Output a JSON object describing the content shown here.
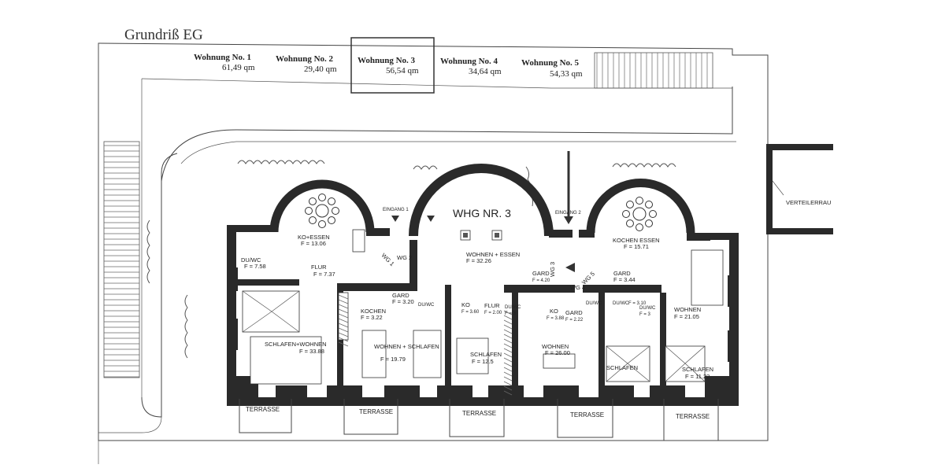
{
  "plan": {
    "title": "Grundriß EG",
    "apartments": [
      {
        "name": "Wohnung No. 1",
        "area": "61,49 qm"
      },
      {
        "name": "Wohnung No. 2",
        "area": "29,40 qm"
      },
      {
        "name": "Wohnung No. 3",
        "area": "56,54 qm",
        "highlighted": true
      },
      {
        "name": "Wohnung No. 4",
        "area": "34,64 qm"
      },
      {
        "name": "Wohnung No. 5",
        "area": "54,33 qm"
      }
    ],
    "building_label": "WHG NR. 3",
    "utility_room": "VERTEILERRAU",
    "entrances": [
      "EINGANG 1",
      "EINGANG 2"
    ],
    "wg_labels": [
      "WG 1",
      "WG 2",
      "WG 3",
      "WG 4",
      "WG 5"
    ],
    "rooms": [
      {
        "name": "KO+ESSEN",
        "area": "F = 13.06"
      },
      {
        "name": "DU/WC",
        "area": "F = 7.58"
      },
      {
        "name": "FLUR",
        "area": "F = 7.37"
      },
      {
        "name": "SCHLAFEN+WOHNEN",
        "area": "F = 33.88"
      },
      {
        "name": "GARD",
        "area": "F = 3.20"
      },
      {
        "name": "KOCHEN",
        "area": "F = 3.22"
      },
      {
        "name": "DU/WC",
        "area": ""
      },
      {
        "name": "WOHNEN + SCHLAFEN",
        "area": "F = 19.79"
      },
      {
        "name": "WOHNEN + ESSEN",
        "area": "F = 32.26"
      },
      {
        "name": "KO",
        "area": "F = 3.60"
      },
      {
        "name": "FLUR",
        "area": "F = 2.00"
      },
      {
        "name": "DU/WC",
        "area": "F = 3"
      },
      {
        "name": "SCHLAFEN",
        "area": "F = 12.5"
      },
      {
        "name": "GARD",
        "area": "F = 4.20"
      },
      {
        "name": "KO",
        "area": "F = 3.88"
      },
      {
        "name": "GARD",
        "area": "F = 2.22"
      },
      {
        "name": "DU/WC",
        "area": ""
      },
      {
        "name": "WOHNEN",
        "area": "F = 26.00"
      },
      {
        "name": "KOCHEN ESSEN",
        "area": "F = 15.71"
      },
      {
        "name": "GARD",
        "area": "F = 3.44"
      },
      {
        "name": "DU/WC",
        "area": "F = 3.10"
      },
      {
        "name": "DU/WC",
        "area": "F = 3"
      },
      {
        "name": "WOHNEN",
        "area": "F = 21.05"
      },
      {
        "name": "SCHLAFEN",
        "area": ""
      },
      {
        "name": "SCHLAFEN",
        "area": "F = 11.22"
      }
    ],
    "terraces": [
      "TERRASSE",
      "TERRASSE",
      "TERRASSE",
      "TERRASSE",
      "TERRASSE"
    ]
  }
}
